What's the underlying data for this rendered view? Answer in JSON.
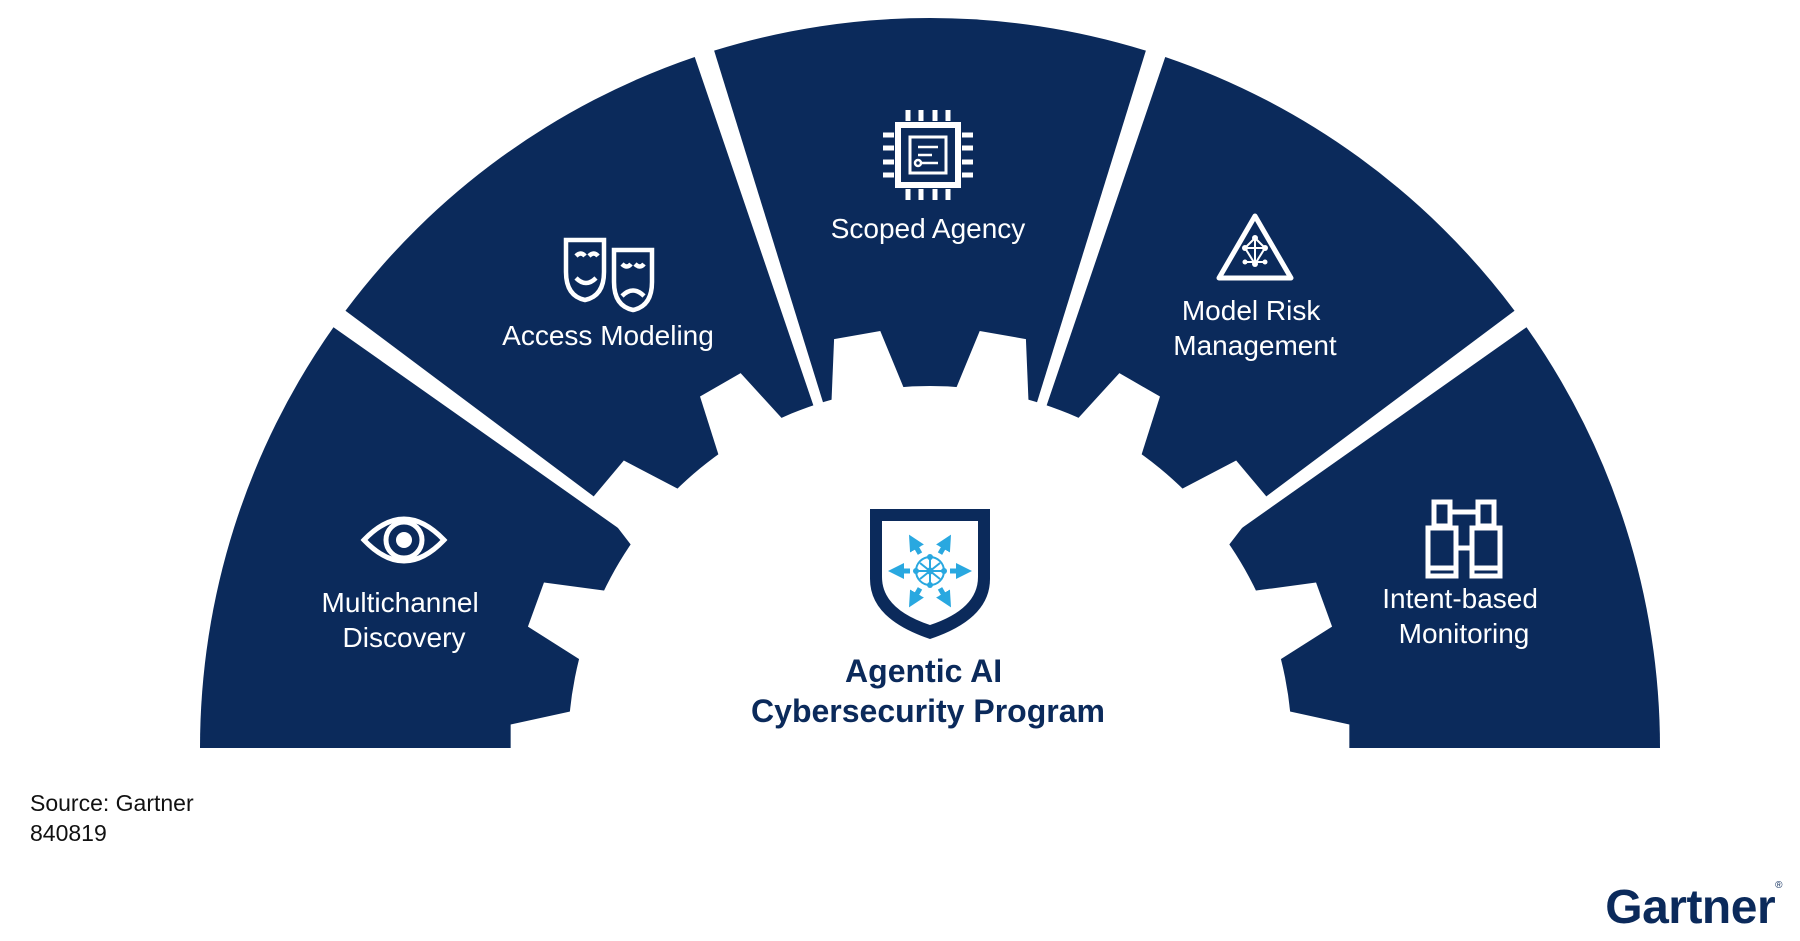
{
  "diagram": {
    "segments": [
      {
        "label_lines": [
          "Multichannel",
          "Discovery"
        ],
        "icon": "eye-icon"
      },
      {
        "label_lines": [
          "Access Modeling"
        ],
        "icon": "theater-masks-icon"
      },
      {
        "label_lines": [
          "Scoped Agency"
        ],
        "icon": "chip-icon"
      },
      {
        "label_lines": [
          "Model Risk",
          "Management"
        ],
        "icon": "network-triangle-icon"
      },
      {
        "label_lines": [
          "Intent-based",
          "Monitoring"
        ],
        "icon": "binoculars-icon"
      }
    ],
    "center": {
      "title_lines": [
        "Agentic AI",
        "Cybersecurity Program"
      ],
      "icon": "shield-network-icon"
    },
    "colors": {
      "segment": "#0b2a5b",
      "accent": "#29a8e0",
      "background": "#ffffff"
    }
  },
  "footer": {
    "source_text": "Source: Gartner",
    "doc_id": "840819",
    "brand": "Gartner",
    "brand_mark": "®"
  }
}
